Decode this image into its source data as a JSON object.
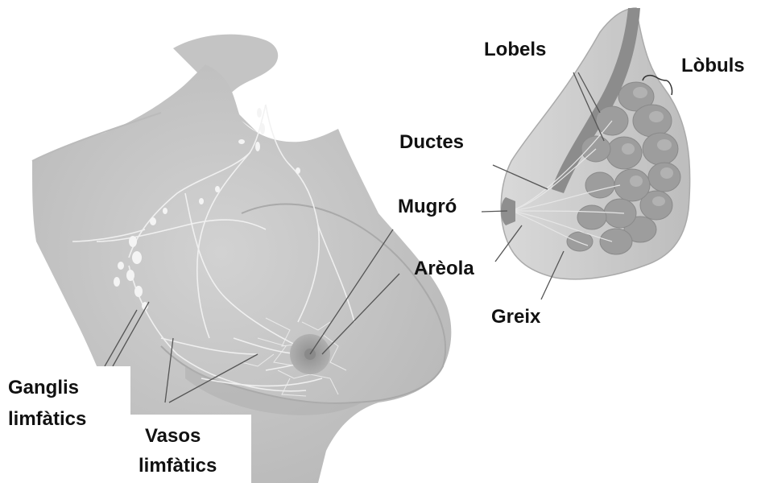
{
  "labels": {
    "lobels": "Lobels",
    "lobuls": "Lòbuls",
    "ductes": "Ductes",
    "mugro": "Mugró",
    "areola": "Arèola",
    "greix": "Greix",
    "ganglis_line1": "Ganglis",
    "ganglis_line2": "limfàtics",
    "vasos_line1": "Vasos",
    "vasos_line2": "limfàtics"
  },
  "colors": {
    "body_fill": "#c9c9c9",
    "body_shadow": "#b3b3b3",
    "lymph": "#f2f2f2",
    "areola": "#9e9e9e",
    "gland": "#9a9a9a",
    "gland_light": "#b8b8b8",
    "fat": "#cfcfcf",
    "leader": "#555555"
  }
}
